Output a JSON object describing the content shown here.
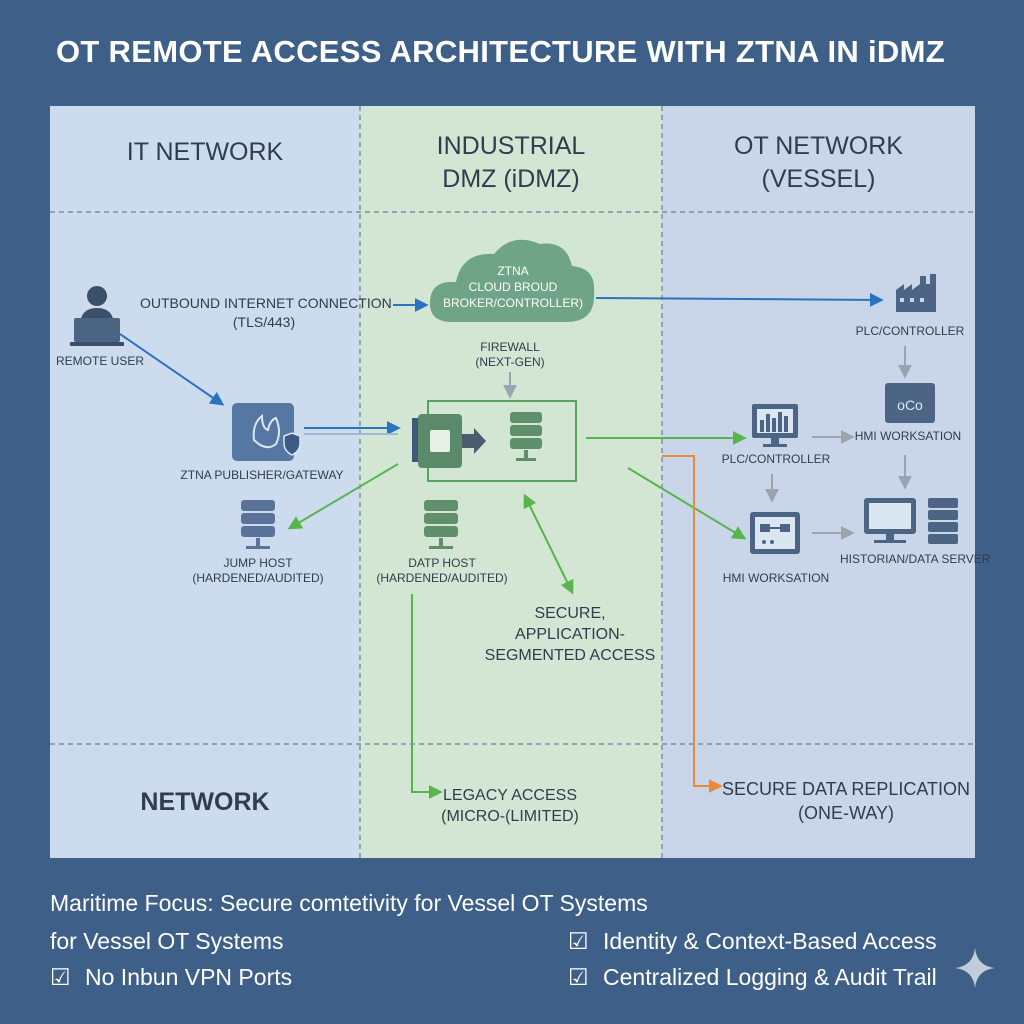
{
  "title": "OT REMOTE ACCESS ARCHITECTURE WITH ZTNA IN iDMZ",
  "zones": {
    "it": "IT NETWORK",
    "dmz_line1": "INDUSTRIAL",
    "dmz_line2": "DMZ (iDMZ)",
    "ot_line1": "OT NETWORK",
    "ot_line2": "(VESSEL)",
    "bottom_left": "NETWORK"
  },
  "nodes": {
    "remote_user": "REMOTE USER",
    "outbound_line1": "OUTBOUND INTERNET CONNECTION",
    "outbound_line2": "(TLS/443)",
    "broker_line1": "ZTNA",
    "broker_line2": "CLOUD BROUD",
    "broker_line3": "BROKER/CONTROLLER)",
    "firewall_line1": "FIREWALL",
    "firewall_line2": "(NEXT-GEN)",
    "publisher": "ZTNA PUBLISHER/GATEWAY",
    "jump_line1": "JUMP HOST",
    "jump_line2": "(HARDENED/AUDITED)",
    "datp_line1": "DATP HOST",
    "datp_line2": "(HARDENED/AUDITED)",
    "secure_line1": "SECURE,",
    "secure_line2": "APPLICATION-",
    "secure_line3": "SEGMENTED ACCESS",
    "legacy_line1": "LEGACY ACCESS",
    "legacy_line2": "(MICRO-(LIMITED)",
    "plc_top": "PLC/CONTROLLER",
    "plc_mid": "PLC/CONTROLLER",
    "hmi_right": "HMI WORKSATION",
    "hmi_bottom": "HMI WORKSATION",
    "historian": "HISTORIAN/DATA SERVER",
    "replication_line1": "SECURE DATA REPLICATION",
    "replication_line2": "(ONE-WAY)"
  },
  "footer": {
    "line1": "Maritime Focus: Secure comtetivity for Vessel OT Systems",
    "line2": "for Vessel OT Systems",
    "check1": "No Inbun VPN Ports",
    "check2": "Identity & Context-Based Access",
    "check3": "Centralized Logging & Audit Trail",
    "check_glyph": "☑"
  },
  "colors": {
    "background": "#3e5f87",
    "it_zone": "#ccdbed",
    "dmz_zone": "#d3e6d4",
    "ot_zone": "#c9d6ea",
    "blue_arrow": "#2a73c0",
    "green_arrow": "#57b54c",
    "orange_arrow": "#e98a3a",
    "grey_arrow": "#9aa4b0",
    "cloud": "#6fa487"
  }
}
